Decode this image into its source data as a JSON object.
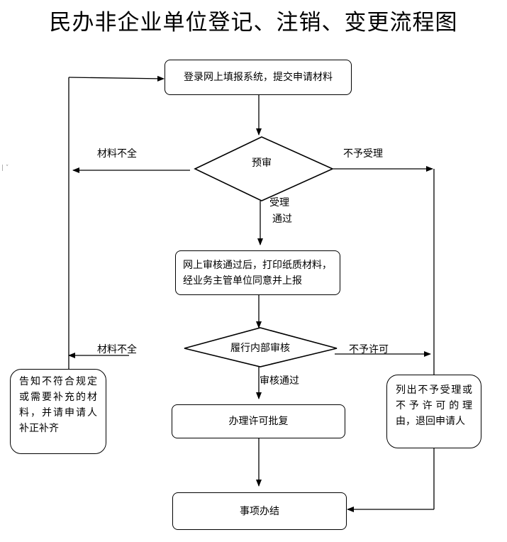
{
  "title": "民办非企业单位登记、注销、变更流程图",
  "steps": {
    "submit": "登录网上填报系统，提交申请材料",
    "pre_review": "预审",
    "print_report": "网上审核通过后，打印纸质材料，经业务主管单位同意并上报",
    "internal_review": "履行内部审核",
    "approve": "办理许可批复",
    "complete": "事项办结"
  },
  "edge_labels": {
    "materials_incomplete_1": "材料不全",
    "not_accepted": "不予受理",
    "accepted": "受理",
    "passed": "通过",
    "materials_incomplete_2": "材料不全",
    "not_permitted": "不予许可",
    "review_passed": "审核通过"
  },
  "notes": {
    "supplement": "告知不符合规定或需要补充的材料，并请申请人补正补齐",
    "reject": "列出不予受理或不予许可的理由，退回申请人"
  }
}
